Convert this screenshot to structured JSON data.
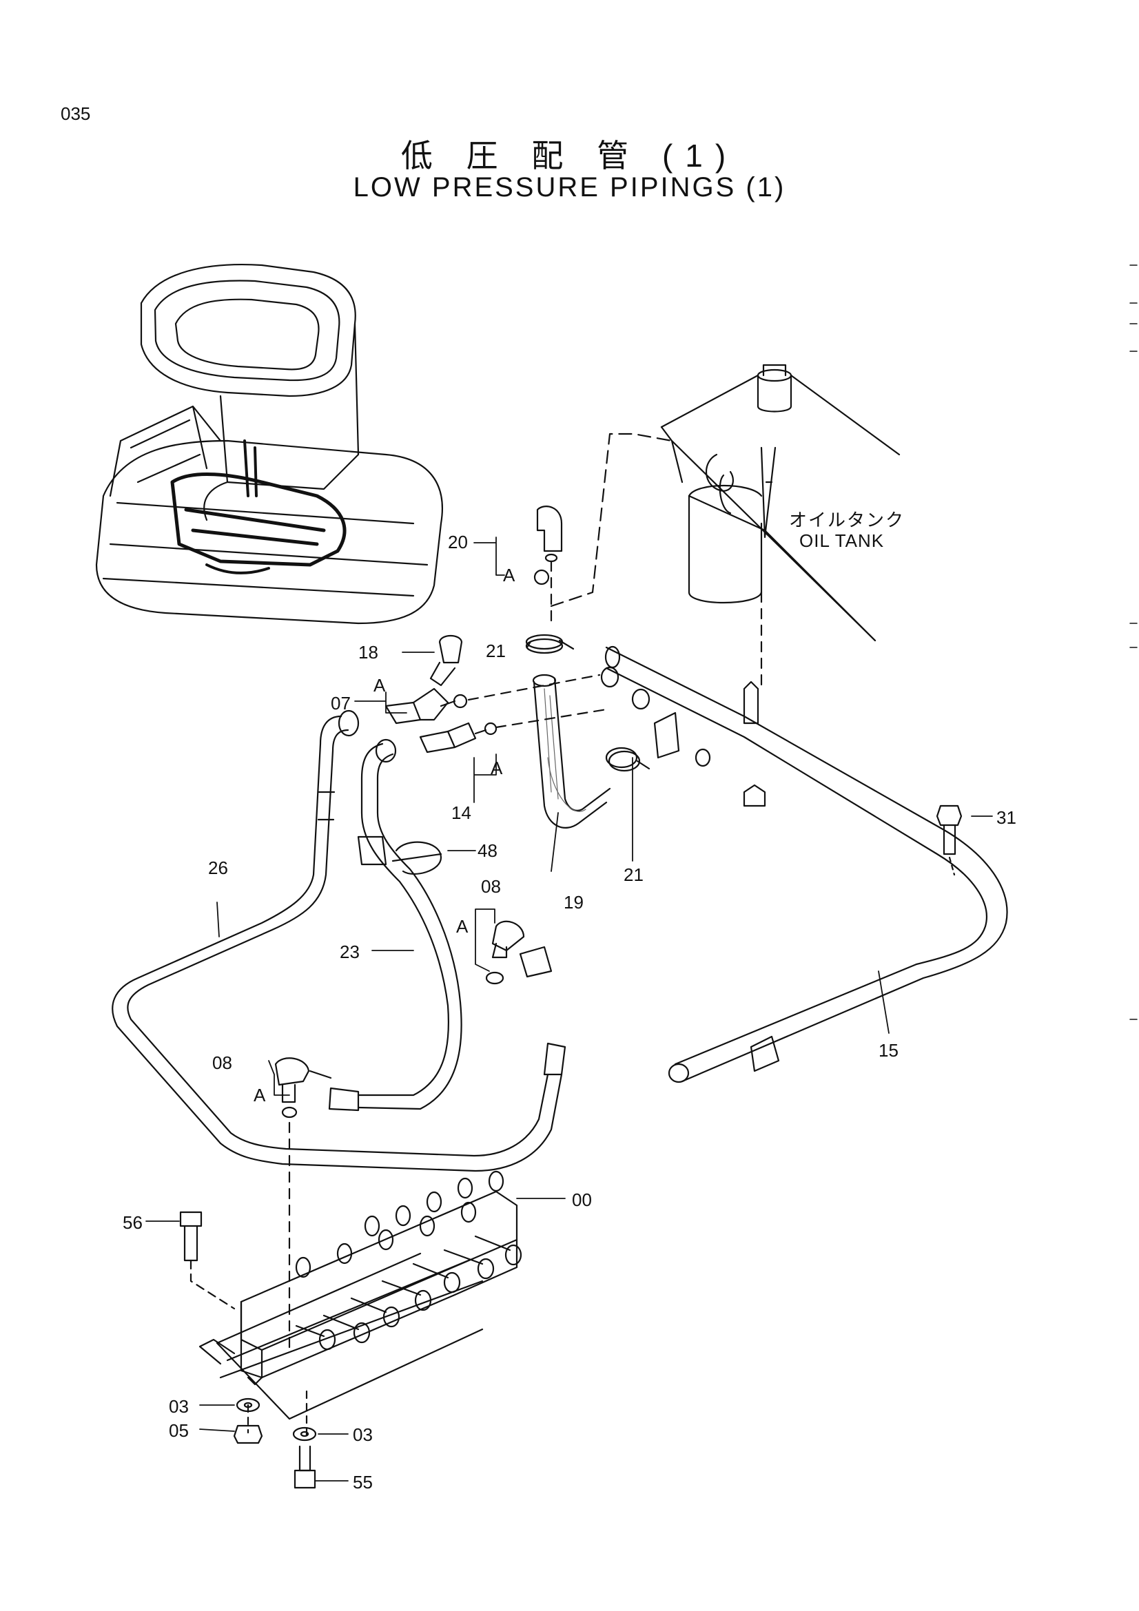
{
  "page": {
    "number": "035",
    "title_jp": "低 圧 配 管 (1)",
    "title_en": "LOW PRESSURE PIPINGS (1)"
  },
  "oil_tank": {
    "label_jp": "オイルタンク",
    "label_en": "OIL TANK"
  },
  "parts": {
    "p00": "00",
    "p03a": "03",
    "p03b": "03",
    "p05": "05",
    "p07": "07",
    "p08a": "08",
    "p08b": "08",
    "p14": "14",
    "p15": "15",
    "p18": "18",
    "p19": "19",
    "p20": "20",
    "p21a": "21",
    "p21b": "21",
    "p23": "23",
    "p26": "26",
    "p31": "31",
    "p48": "48",
    "p55": "55",
    "p56": "56"
  },
  "markers": {
    "a1": "A",
    "a2": "A",
    "a3": "A",
    "a4": "A",
    "a5": "A"
  }
}
